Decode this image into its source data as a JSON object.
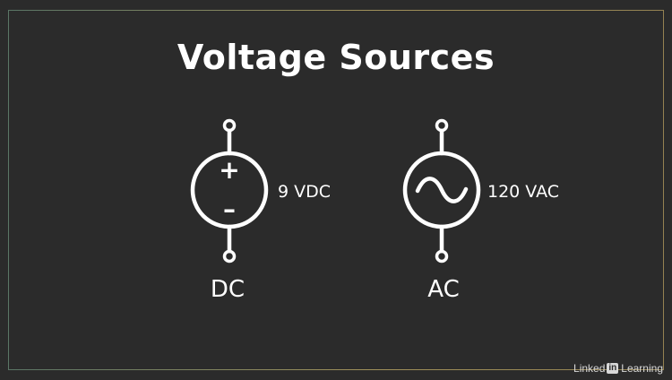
{
  "title": "Voltage Sources",
  "dc": {
    "value_label": "9 VDC",
    "type_label": "DC",
    "plus_sign": "+",
    "minus_sign": "–"
  },
  "ac": {
    "value_label": "120 VAC",
    "type_label": "AC"
  },
  "watermark": {
    "text_before": "Linked",
    "badge": "in",
    "text_after": "Learning"
  }
}
